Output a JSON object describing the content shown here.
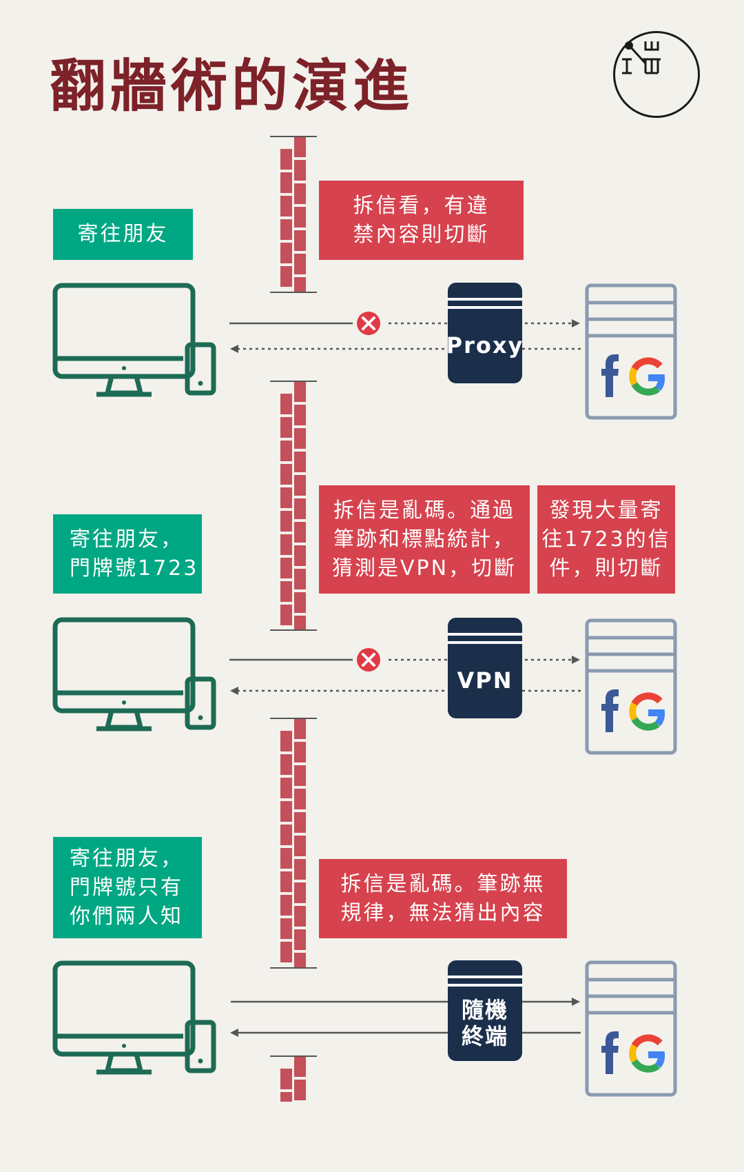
{
  "title": "翻牆術的演進",
  "colors": {
    "label_bg": "#00a783",
    "note_bg": "#d6424d",
    "title": "#7d2228",
    "device": "#1e6b55",
    "server": "#1b2f4b",
    "wall": "#c4505a",
    "site_outline": "#8a9ab0",
    "facebook": "#3b5998"
  },
  "icons": {
    "block": "x-circle-icon",
    "client": "monitor-phone-icon",
    "site": "facebook-google-icon",
    "logo": "initium-logo-icon"
  },
  "sections": [
    {
      "label": "寄往朋友",
      "notes": [
        "拆信看，有違\n禁內容則切斷"
      ],
      "server": "Proxy",
      "blocked": true,
      "dotted": true
    },
    {
      "label": "寄往朋友，\n門牌號1723",
      "notes": [
        "拆信是亂碼。通過\n筆跡和標點統計，\n猜測是VPN，切斷",
        "發現大量寄\n往1723的信\n件，則切斷"
      ],
      "server": "VPN",
      "blocked": true,
      "dotted": true
    },
    {
      "label": "寄往朋友，\n門牌號只有\n你們兩人知",
      "notes": [
        "拆信是亂碼。筆跡無\n規律，無法猜出內容"
      ],
      "server": "隨機\n終端",
      "blocked": false,
      "dotted": false
    }
  ]
}
